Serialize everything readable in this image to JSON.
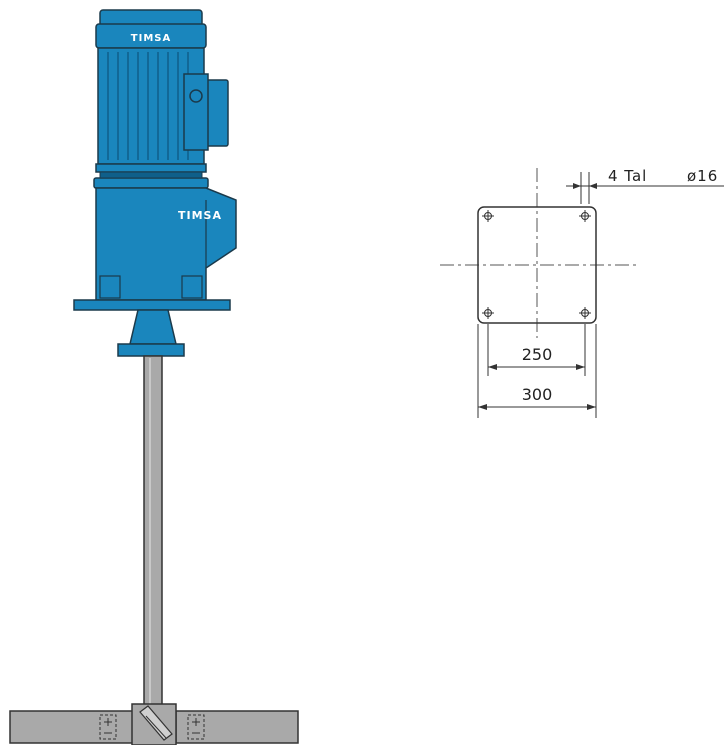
{
  "agitator": {
    "brand_top": "TIMSA",
    "brand_gearbox": "TIMSA"
  },
  "flange_drawing": {
    "hole_callout": "4 Tal",
    "hole_diameter": "ø16",
    "inner_dimension": "250",
    "outer_dimension": "300"
  },
  "colors": {
    "motor_blue": "#1a86bd",
    "motor_dark": "#0f5f8a",
    "outline": "#1b3a4b",
    "shaft_gray": "#a9a9a9",
    "line_dark": "#333333"
  }
}
